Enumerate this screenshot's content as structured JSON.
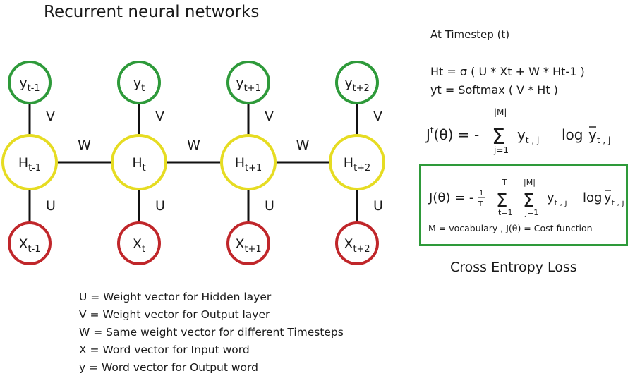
{
  "title": "Recurrent neural networks",
  "colors": {
    "output_node": "#2e9a3a",
    "hidden_node": "#e6dc22",
    "input_node": "#c0262a",
    "edge": "#111111",
    "box_border": "#2e9a3a"
  },
  "columns": [
    {
      "output": {
        "base": "y",
        "sub": "t-1"
      },
      "hidden": {
        "base": "H",
        "sub": "t-1"
      },
      "input": {
        "base": "X",
        "sub": "t-1"
      }
    },
    {
      "output": {
        "base": "y",
        "sub": "t"
      },
      "hidden": {
        "base": "H",
        "sub": "t"
      },
      "input": {
        "base": "X",
        "sub": "t"
      }
    },
    {
      "output": {
        "base": "y",
        "sub": "t+1"
      },
      "hidden": {
        "base": "H",
        "sub": "t+1"
      },
      "input": {
        "base": "X",
        "sub": "t+1"
      }
    },
    {
      "output": {
        "base": "y",
        "sub": "t+2"
      },
      "hidden": {
        "base": "H",
        "sub": "t+2"
      },
      "input": {
        "base": "X",
        "sub": "t+2"
      }
    }
  ],
  "weights": {
    "v": "V",
    "u": "U",
    "w": "W"
  },
  "legend": [
    "U = Weight vector for Hidden layer",
    "V = Weight vector for Output layer",
    "W = Same weight vector for different Timesteps",
    "X = Word vector for Input word",
    "y = Word vector for Output word"
  ],
  "timestep": {
    "title": "At Timestep (t)",
    "eq_hidden": "Ht   =  σ ( U * Xt + W * Ht-1 )",
    "eq_output": "yt   =  Softmax ( V * Ht )"
  },
  "loss_t": {
    "lhs_base": "J",
    "lhs_sup": "t",
    "lhs_arg": "(θ) = -",
    "sum_top": "|M|",
    "sum_bottom": "j=1",
    "sigma": "Σ",
    "y": "y",
    "y_sub": "t , j",
    "log": "log",
    "ybar": "y",
    "ybar_sub": "t , j"
  },
  "cost": {
    "lhs": "J(θ) = -",
    "frac_num": "1",
    "frac_den": "T",
    "sum1_top": "T",
    "sum1_bottom": "t=1",
    "sum2_top": "|M|",
    "sum2_bottom": "j=1",
    "sigma": "Σ",
    "y": "y",
    "y_sub": "t , j",
    "log": "log",
    "ybar": "y",
    "ybar_sub": "t , j",
    "note": "M = vocabulary , J(θ) = Cost function"
  },
  "caption": "Cross Entropy Loss"
}
